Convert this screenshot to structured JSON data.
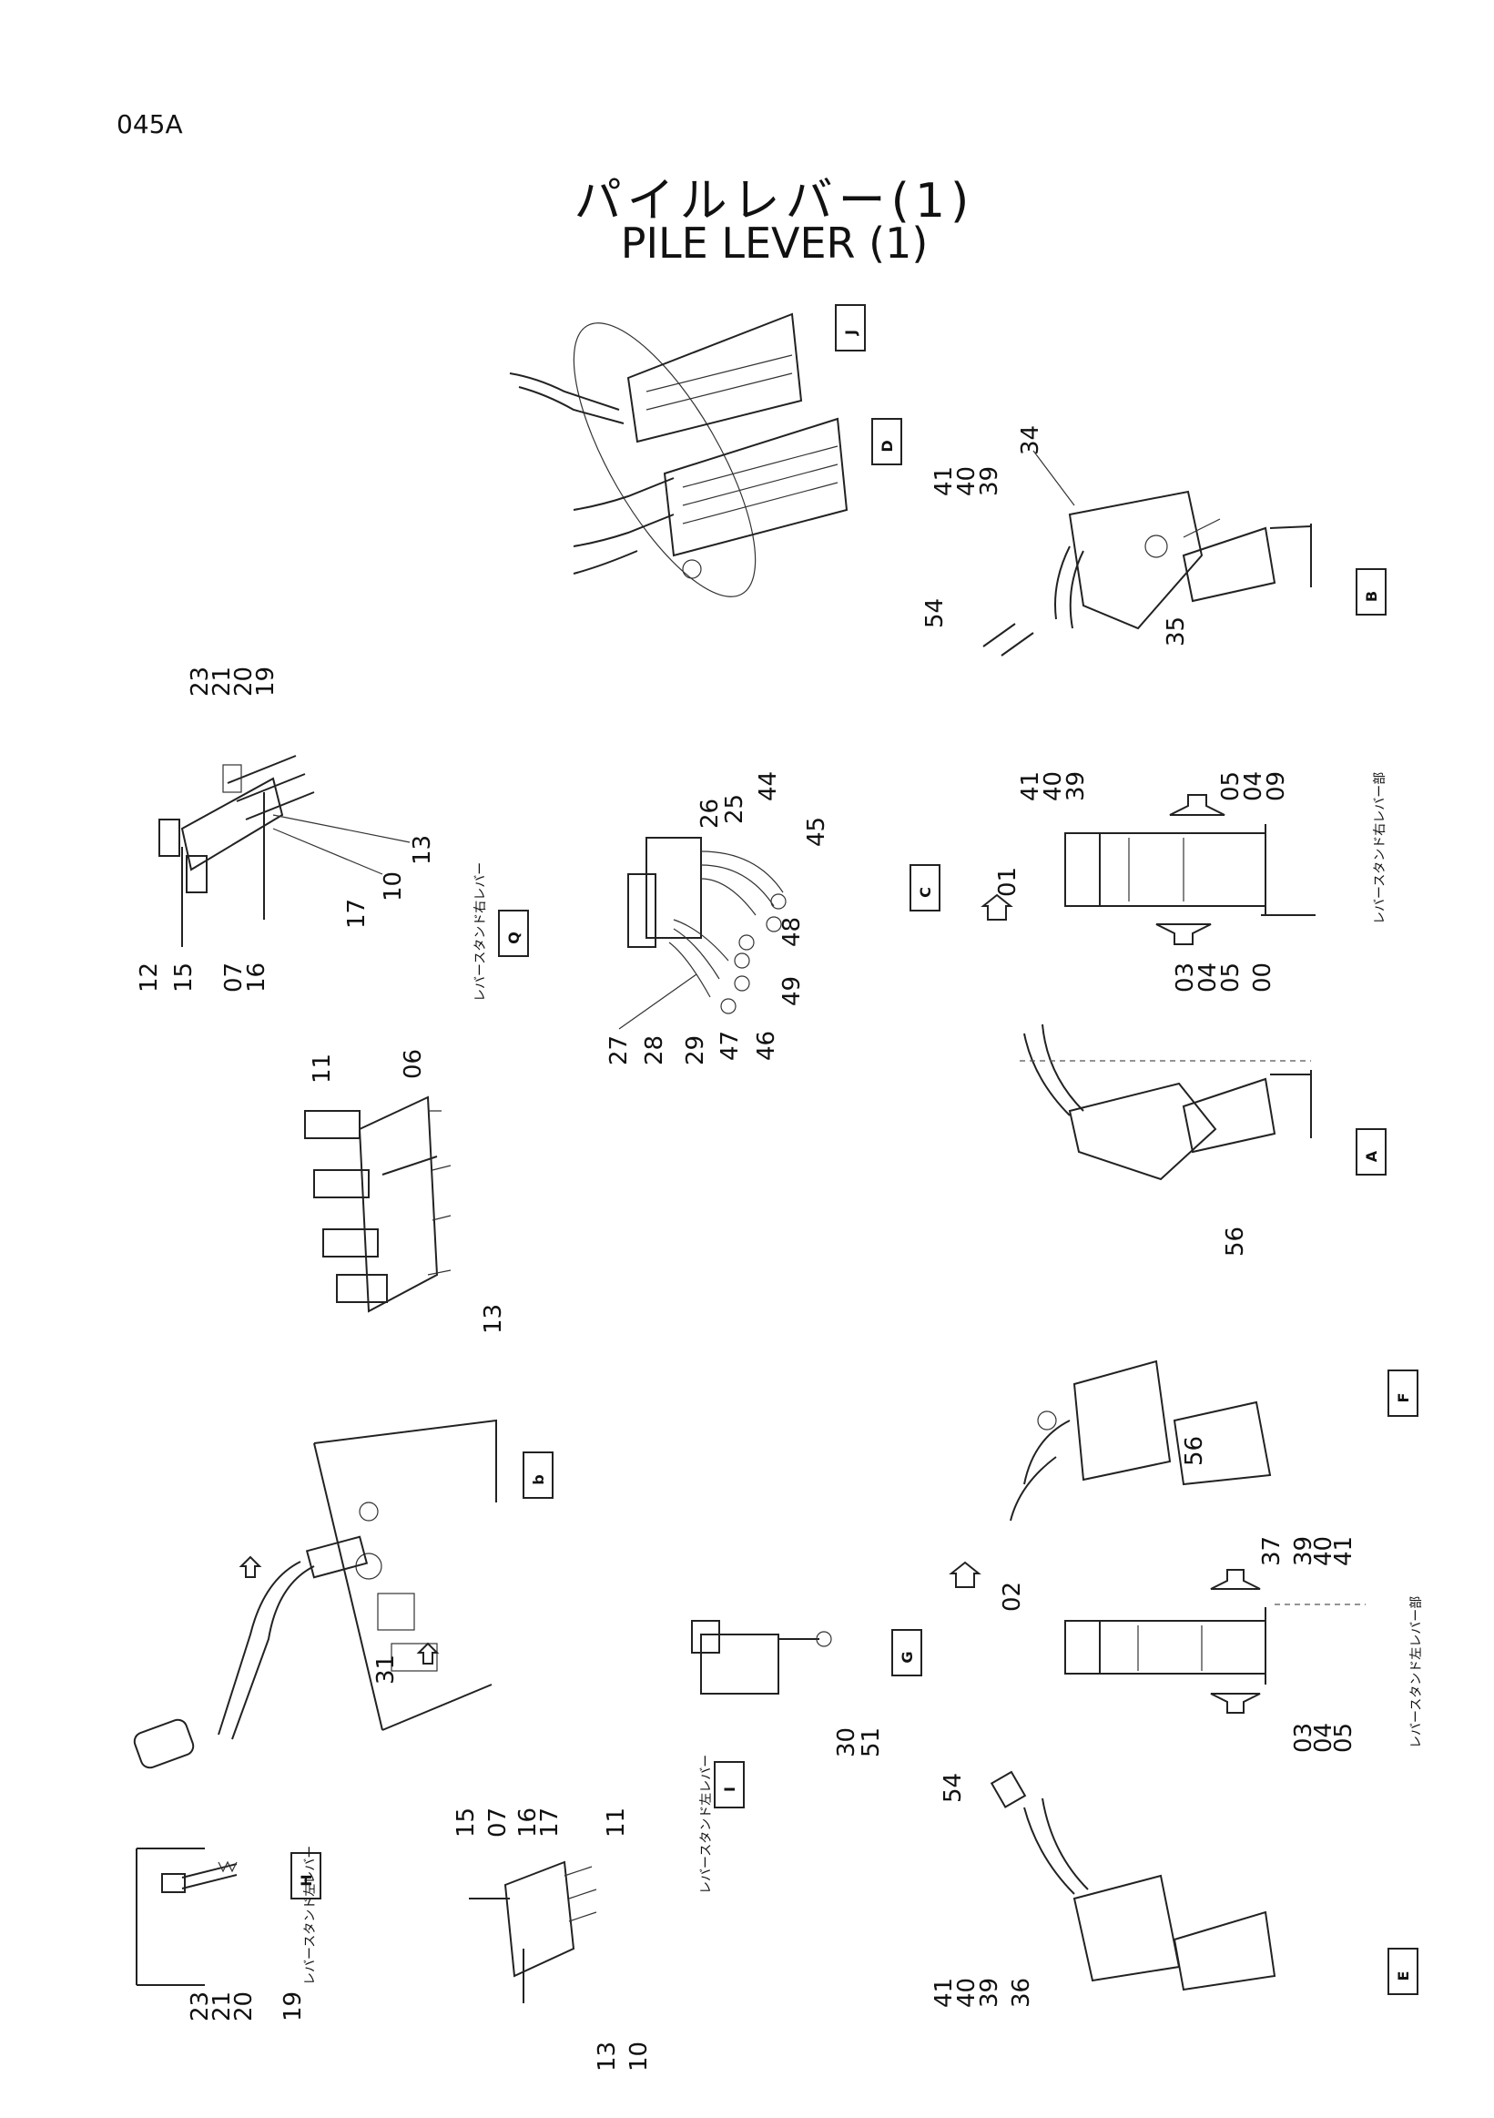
{
  "page_code": "045A",
  "title": {
    "jp": "パイルレバー(1)",
    "en": "PILE    LEVER (1)"
  },
  "view_labels": [
    "J",
    "D",
    "B",
    "C",
    "Q",
    "A",
    "F",
    "b",
    "G",
    "H",
    "I",
    "E"
  ],
  "captions": {
    "right_stand": "レバースタンド右レバー部",
    "left_stand": "レバースタンド左レバー部",
    "mid_stand_q": "レバースタンド右レバー",
    "bottom_stand_h": "レバースタンド左レバー",
    "bottom_stand_i": "レバースタンド左レバー"
  },
  "callouts": {
    "b_top": [
      "41",
      "40",
      "39",
      "34"
    ],
    "b_54": "54",
    "b_35": "35",
    "q_top": [
      "23",
      "21",
      "20",
      "19"
    ],
    "q_right": [
      "13",
      "10",
      "17"
    ],
    "q_left": [
      "12",
      "15",
      "07",
      "16"
    ],
    "c_top": [
      "26",
      "25",
      "44",
      "45"
    ],
    "c_right": [
      "48",
      "49",
      "46",
      "47"
    ],
    "c_left": [
      "27",
      "28",
      "29"
    ],
    "stand_r_top": [
      "41",
      "40",
      "39"
    ],
    "stand_r_right": [
      "05",
      "04",
      "09"
    ],
    "stand_r_01": "01",
    "stand_r_bottom": [
      "03",
      "04",
      "05"
    ],
    "stand_r_00": "00",
    "mid_06": "06",
    "mid_11": "11",
    "mid_13": "13",
    "a_56": "56",
    "f_56": "56",
    "f_bottom": [
      "37",
      "39",
      "40",
      "41"
    ],
    "b31": "31",
    "g_30": "30",
    "g_51": "51",
    "stand_l_02": "02",
    "stand_l_bottom": [
      "03",
      "04",
      "05"
    ],
    "e_54": "54",
    "e_bottom": [
      "41",
      "40",
      "39",
      "36"
    ],
    "h_bottom": [
      "23",
      "21",
      "20",
      "19"
    ],
    "i_top": [
      "15",
      "07",
      "16",
      "17",
      "11"
    ],
    "i_bottom": [
      "13",
      "10"
    ]
  }
}
